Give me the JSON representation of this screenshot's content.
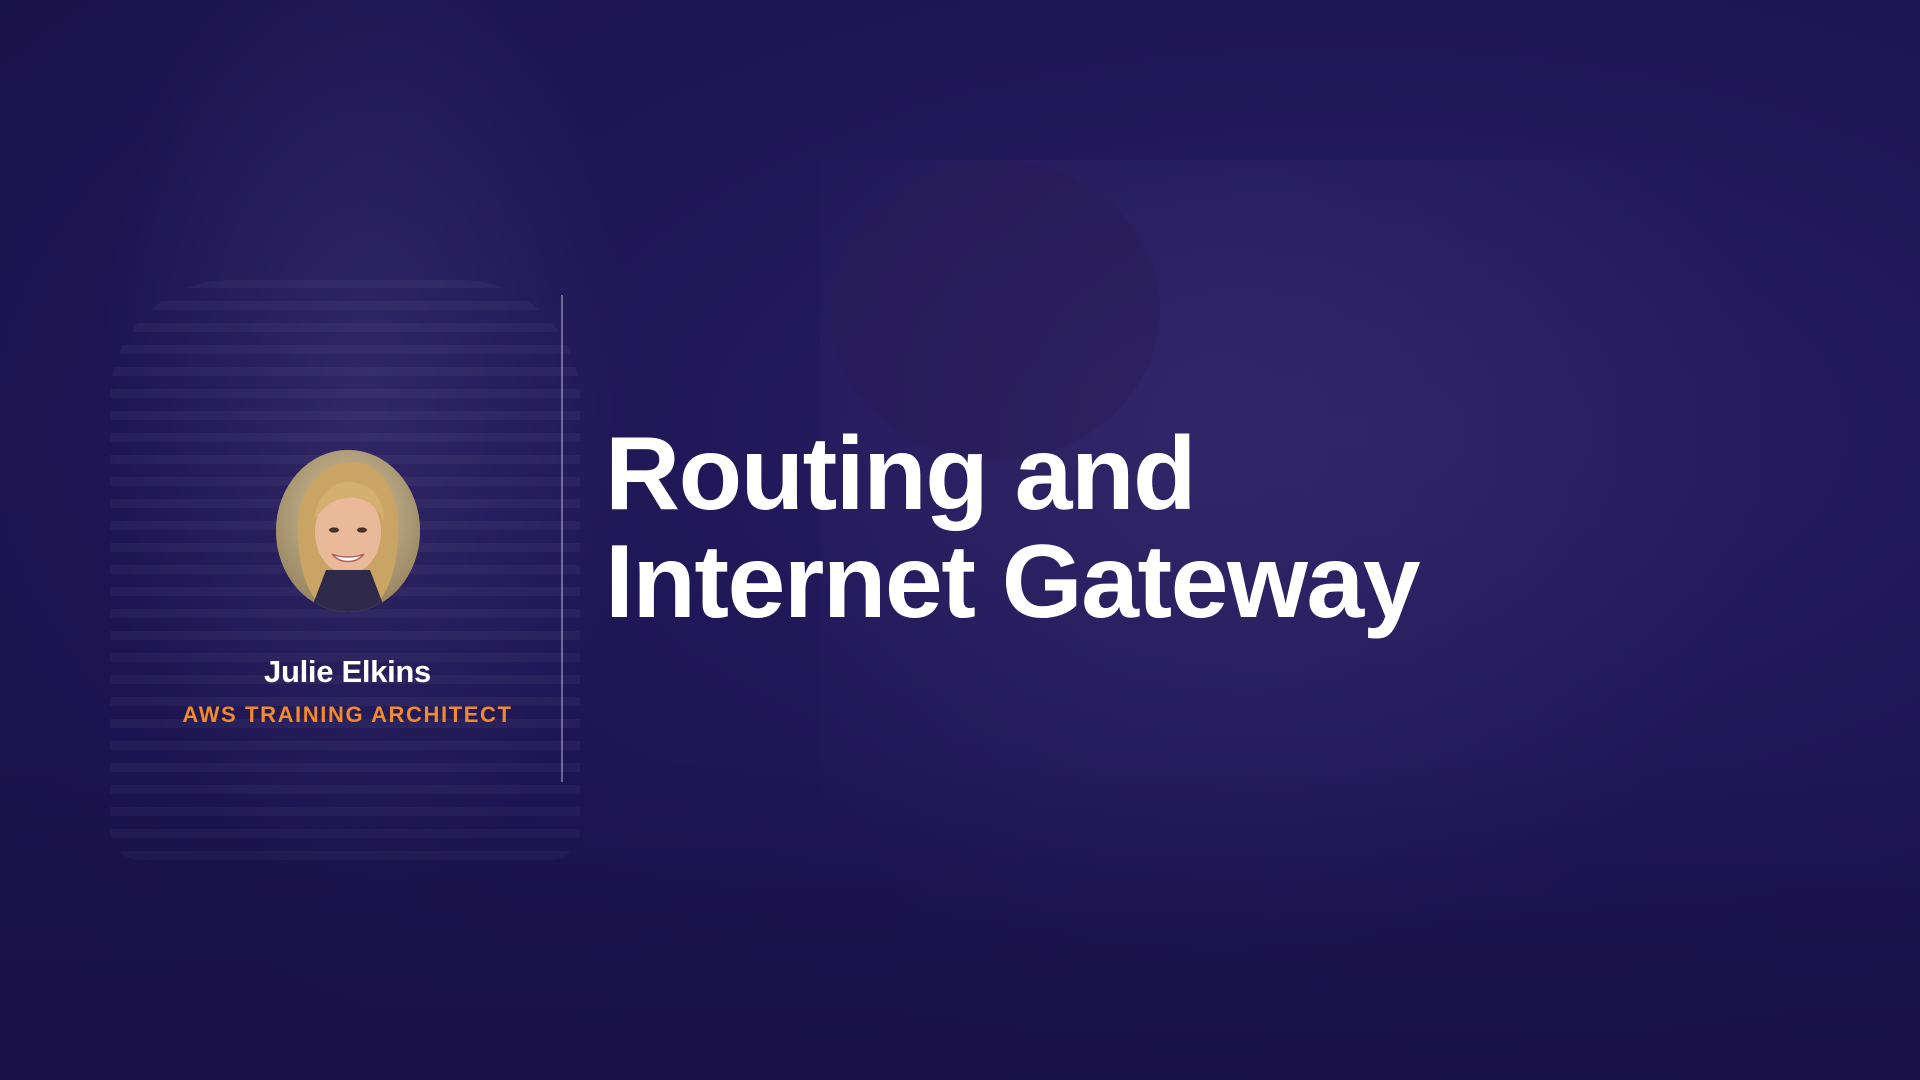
{
  "slide": {
    "title_line1": "Routing and",
    "title_line2": "Internet Gateway"
  },
  "presenter": {
    "name": "Julie Elkins",
    "role": "AWS TRAINING ARCHITECT",
    "avatar_icon": "presenter-photo"
  },
  "colors": {
    "background": "#1c1447",
    "title_text": "#ffffff",
    "role_accent": "#f08a2a"
  }
}
